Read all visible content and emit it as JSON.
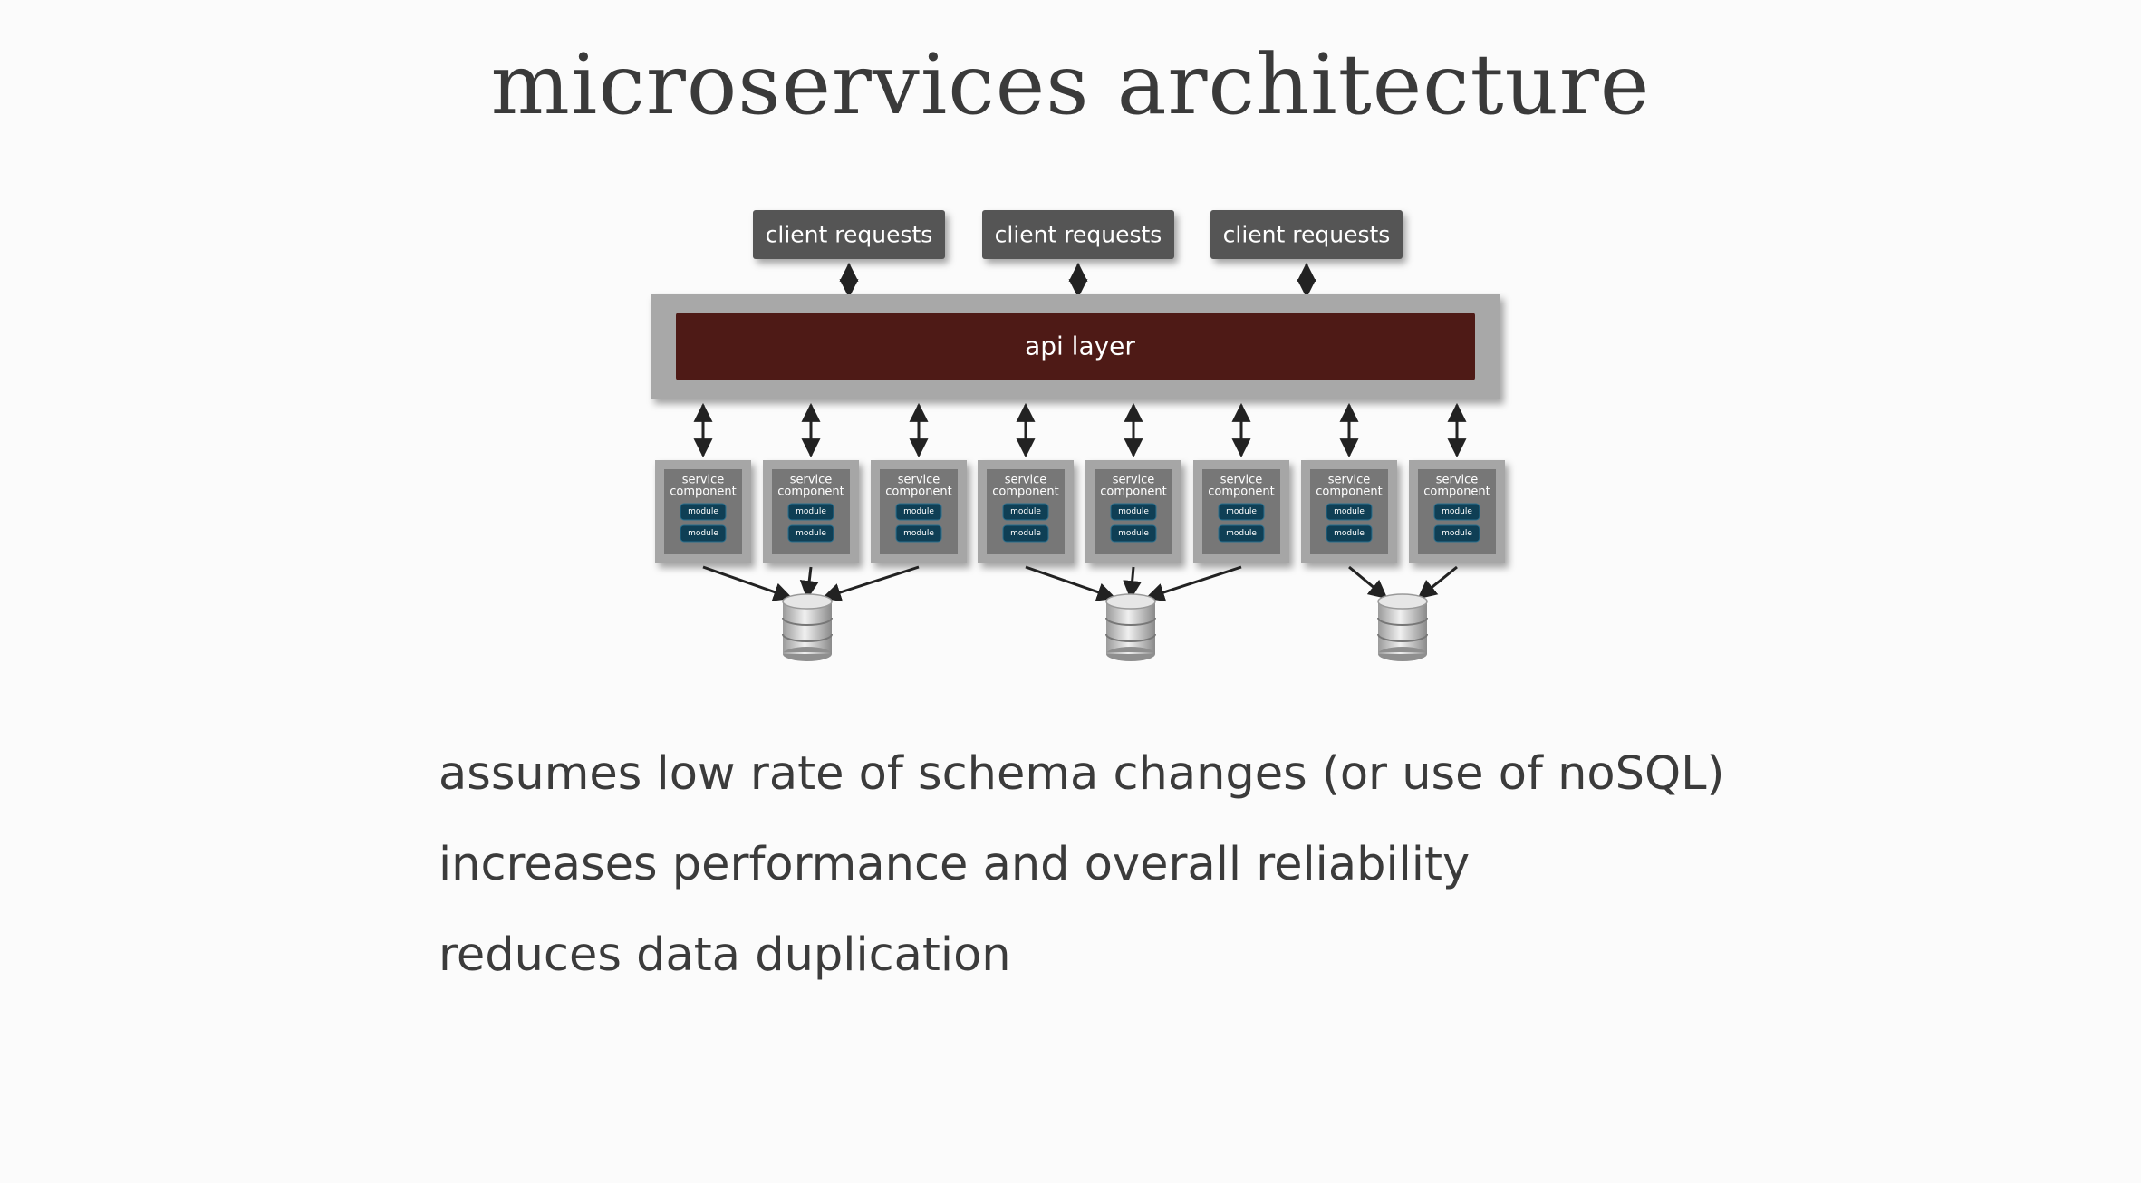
{
  "title": "microservices architecture",
  "diagram": {
    "client_requests": [
      "client requests",
      "client requests",
      "client requests"
    ],
    "api_layer_label": "api layer",
    "service_components": [
      {
        "line1": "service",
        "line2": "component",
        "modules": [
          "module",
          "module"
        ]
      },
      {
        "line1": "service",
        "line2": "component",
        "modules": [
          "module",
          "module"
        ]
      },
      {
        "line1": "service",
        "line2": "component",
        "modules": [
          "module",
          "module"
        ]
      },
      {
        "line1": "service",
        "line2": "component",
        "modules": [
          "module",
          "module"
        ]
      },
      {
        "line1": "service",
        "line2": "component",
        "modules": [
          "module",
          "module"
        ]
      },
      {
        "line1": "service",
        "line2": "component",
        "modules": [
          "module",
          "module"
        ]
      },
      {
        "line1": "service",
        "line2": "component",
        "modules": [
          "module",
          "module"
        ]
      },
      {
        "line1": "service",
        "line2": "component",
        "modules": [
          "module",
          "module"
        ]
      }
    ],
    "databases": [
      {
        "services": [
          0,
          1,
          2
        ]
      },
      {
        "services": [
          3,
          4,
          5
        ]
      },
      {
        "services": [
          6,
          7
        ]
      }
    ],
    "colors": {
      "client_box": "#555555",
      "api_outer": "#a8a8a8",
      "api_inner": "#4e1a16",
      "service_outer": "#a6a6a6",
      "service_inner": "#777777",
      "module": "#0f3f55",
      "arrow": "#222222"
    }
  },
  "bullets": [
    "assumes low rate of schema changes (or use of noSQL)",
    "increases performance and overall reliability",
    "reduces data duplication"
  ]
}
